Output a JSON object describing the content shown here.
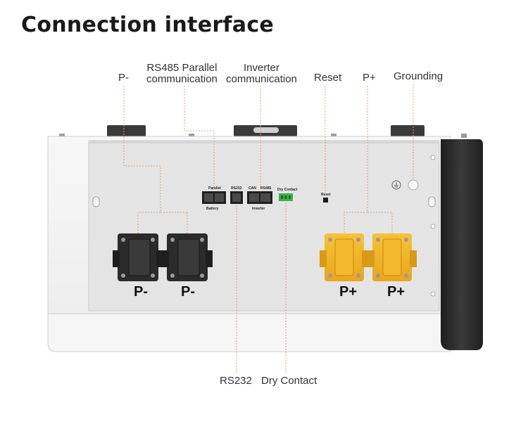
{
  "title": "Connection interface",
  "callouts": {
    "p_minus": "P-",
    "rs485_parallel_line1": "RS485 Parallel",
    "rs485_parallel_line2": "communication",
    "inverter_line1": "Inverter",
    "inverter_line2": "communication",
    "reset": "Reset",
    "p_plus": "P+",
    "grounding": "Grounding",
    "rs232": "RS232",
    "dry_contact": "Dry Contact"
  },
  "panel_labels": {
    "parallel": "Parallel",
    "battery": "Battery",
    "rs232": "RS232",
    "can": "CAN",
    "rs485": "RS485",
    "inverter": "Inverter",
    "dry_contact": "Dry Contact",
    "reset": "Reset"
  },
  "terminals": {
    "neg_1": "P-",
    "neg_2": "P-",
    "pos_1": "P+",
    "pos_2": "P+"
  },
  "colors": {
    "leader_line": "#e8a06a",
    "positive_connector": "#f0b323",
    "negative_connector": "#2b2b2b",
    "dry_contact_terminal": "#3cb04a",
    "chassis": "#f2f2f2",
    "panel": "#e6e6e6",
    "side_cap": "#2e2e2e"
  }
}
